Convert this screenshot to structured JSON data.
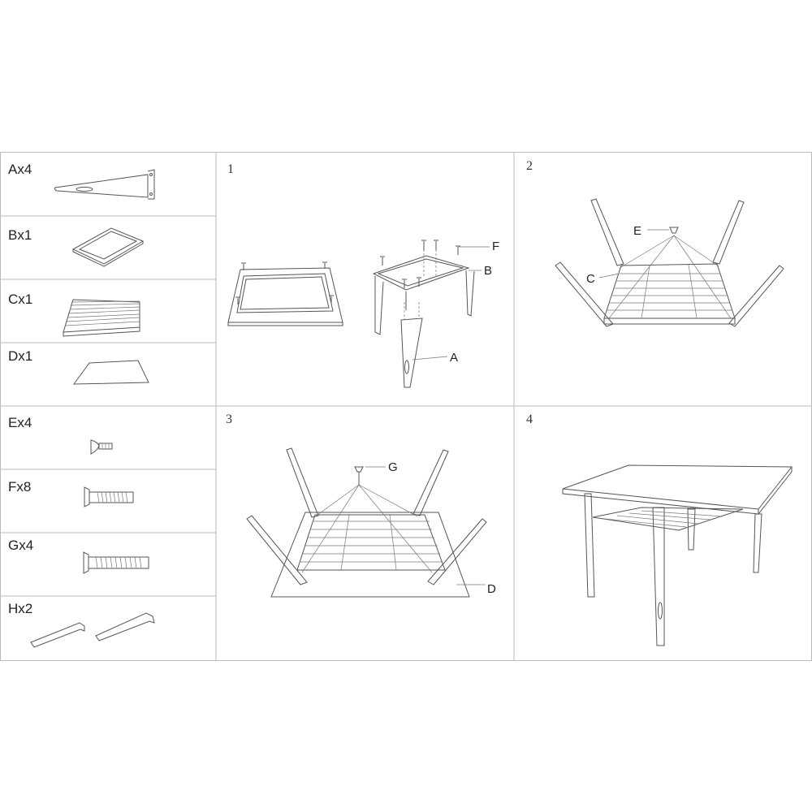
{
  "parts": [
    {
      "label": "Ax4",
      "icon": "leg-bracket-icon"
    },
    {
      "label": "Bx1",
      "icon": "frame-icon"
    },
    {
      "label": "Cx1",
      "icon": "wire-shelf-icon"
    },
    {
      "label": "Dx1",
      "icon": "tabletop-icon"
    },
    {
      "label": "Ex4",
      "icon": "small-screw-icon"
    },
    {
      "label": "Fx8",
      "icon": "bolt-icon"
    },
    {
      "label": "Gx4",
      "icon": "long-bolt-icon"
    },
    {
      "label": "Hx2",
      "icon": "allen-key-icon"
    }
  ],
  "steps": [
    {
      "number": "1",
      "callouts": [
        "F",
        "B",
        "A"
      ]
    },
    {
      "number": "2",
      "callouts": [
        "E",
        "C"
      ]
    },
    {
      "number": "3",
      "callouts": [
        "G",
        "D"
      ]
    },
    {
      "number": "4",
      "callouts": []
    }
  ],
  "colors": {
    "line": "#555555",
    "grid": "#bbbbbb",
    "background": "#ffffff"
  }
}
